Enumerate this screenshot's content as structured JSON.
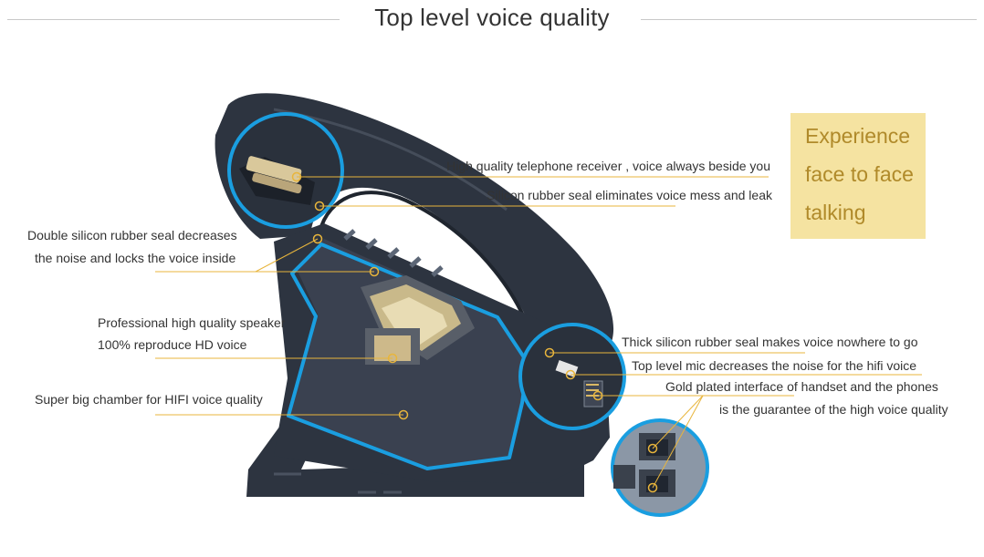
{
  "header": {
    "title": "Top level voice quality"
  },
  "callout": {
    "lines": [
      "Experience",
      "face to face",
      "talking"
    ]
  },
  "colors": {
    "accent_blue": "#1a9ee0",
    "leader_gold": "#e8b53c",
    "callout_bg": "#f5e3a1",
    "callout_text": "#b08a2a",
    "phone_body": "#2d3440"
  },
  "labels": {
    "receiver": "High quality telephone receiver , voice always beside you",
    "silicon_seal": "Silicon rubber seal eliminates voice mess and leak",
    "double_seal_1": "Double silicon rubber seal decreases",
    "double_seal_2": "the noise and locks the voice inside",
    "speaker_1": "Professional high quality speaker",
    "speaker_2": "100% reproduce HD voice",
    "chamber": "Super big chamber for HIFI voice quality",
    "thick_seal": "Thick silicon rubber seal makes voice nowhere to go",
    "top_mic": "Top level mic decreases the noise for the hifi voice",
    "gold_1": "Gold plated interface of handset and the phones",
    "gold_2": "is the guarantee of the high voice quality"
  }
}
